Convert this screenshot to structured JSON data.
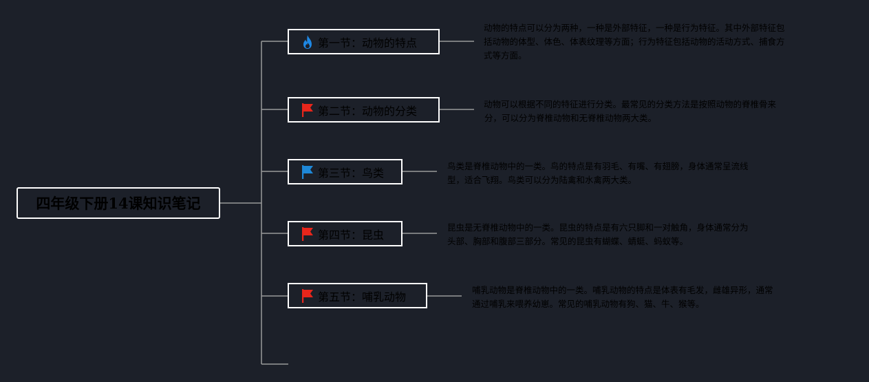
{
  "root": {
    "title": "四年级下册14课知识笔记"
  },
  "sections": [
    {
      "icon": "fire-icon",
      "title": "第一节：动物的特点",
      "note_lines": [
        "动物的特点可以分为两种，一种是外部特征，一种是行为特征。其中外部特征包",
        "括动物的体型、体色、体表纹理等方面；行为特征包括动物的活动方式、捕食方",
        "式等方面。"
      ]
    },
    {
      "icon": "red-flag-icon",
      "title": "第二节：动物的分类",
      "note_lines": [
        "动物可以根据不同的特征进行分类。最常见的分类方法是按照动物的脊椎骨来",
        "分，可以分为脊椎动物和无脊椎动物两大类。"
      ]
    },
    {
      "icon": "blue-flag-icon",
      "title": "第三节：鸟类",
      "note_lines": [
        "鸟类是脊椎动物中的一类。鸟的特点是有羽毛、有嘴、有翅膀，身体通常呈流线",
        "型，适合飞翔。鸟类可以分为陆禽和水禽两大类。"
      ]
    },
    {
      "icon": "red-flag-icon",
      "title": "第四节：昆虫",
      "note_lines": [
        "昆虫是无脊椎动物中的一类。昆虫的特点是有六只脚和一对触角，身体通常分为",
        "头部、胸部和腹部三部分。常见的昆虫有蝴蝶、蜻蜓、蚂蚁等。"
      ]
    },
    {
      "icon": "red-flag-icon",
      "title": "第五节：哺乳动物",
      "note_lines": [
        "哺乳动物是脊椎动物中的一类。哺乳动物的特点是体表有毛发，雌雄异形，通常",
        "通过哺乳来喂养幼崽。常见的哺乳动物有狗、猫、牛、猴等。"
      ]
    }
  ],
  "colors": {
    "background": "#1c2029",
    "border": "#ffffff",
    "line": "#9a9a9a",
    "text": "#000000",
    "fire": "#1e88e5",
    "flag_red": "#e8261b",
    "flag_blue": "#1e88d8"
  }
}
